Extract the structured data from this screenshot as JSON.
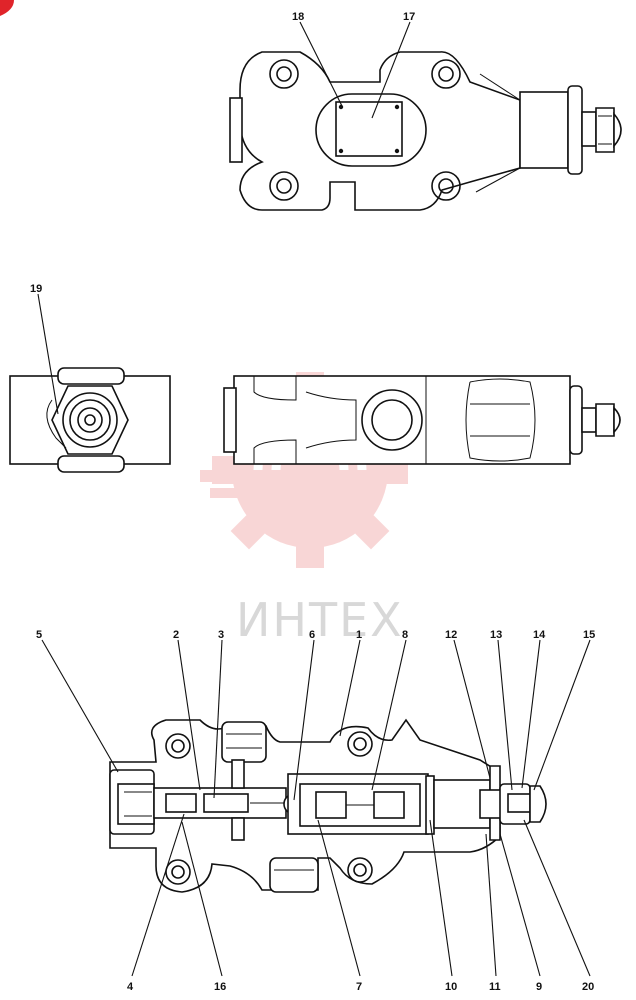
{
  "watermark": {
    "text": "ИНТЕХ",
    "color": "#f4b6b6"
  },
  "callouts": {
    "p17": "17",
    "p18": "18",
    "p19": "19",
    "p5": "5",
    "p2": "2",
    "p3": "3",
    "p6": "6",
    "p1": "1",
    "p8": "8",
    "p12": "12",
    "p13": "13",
    "p14": "14",
    "p15": "15",
    "p4": "4",
    "p16": "16",
    "p7": "7",
    "p10": "10",
    "p11": "11",
    "p9": "9",
    "p20": "20"
  }
}
